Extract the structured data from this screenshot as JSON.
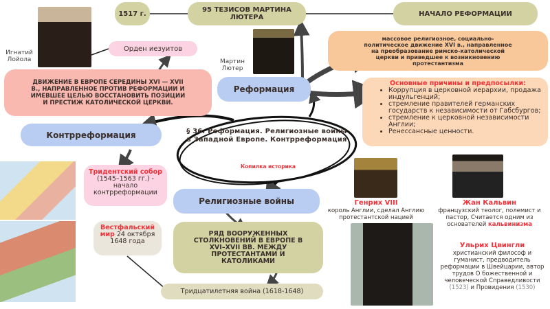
{
  "timeline": {
    "year": "1517 г.",
    "theses": "95 ТЕЗИСОВ МАРТИНА ЛЮТЕРА",
    "start": "НАЧАЛО РЕФОРМАЦИИ"
  },
  "loyola": {
    "name": "Игнатий Лойола"
  },
  "jesuits": "Орден иезуитов",
  "counter_definition": "ДВИЖЕНИЕ В ЕВРОПЕ СЕРЕДИНЫ XVI — XVII В., НАПРАВЛЕННОЕ ПРОТИВ РЕФОРМАЦИИ И ИМЕВШЕЕ ЦЕЛЬЮ ВОССТАНОВИТЬ ПОЗИЦИИ И ПРЕСТИЖ КАТОЛИЧЕСКОЙ ЦЕРКВИ.",
  "luther": {
    "name": "Мартин Лютер"
  },
  "reformation": "Реформация",
  "reformation_definition": "массовое религиозное, социально-политическое движение XVI в., направленное на преобразование римско-католической церкви и приведшее к возникновению протестантизма",
  "causes": {
    "title": "Основные причины и предпосылки:",
    "items": [
      "Коррупция в церковной иерархии, продажа индульгенций;",
      " стремление правителей германских государств к независимости от Габсбургов;",
      "стремление к церковной независимости Англии;",
      "Ренессансные ценности."
    ]
  },
  "counterreformation": "Контрреформация",
  "center": {
    "title": "§ 36. Реформация. Религиозные войны в Западной Европе. Контрреформация",
    "watermark": "Копилка историка"
  },
  "trident": {
    "title": "Тридентский собор",
    "text": "(1545–1563 гг.) - начало контрреформации"
  },
  "religious_wars": "Религиозные войны",
  "wars_definition": "РЯД ВООРУЖЕННЫХ СТОЛКНОВЕНИЙ В ЕВРОПЕ В XVI–XVII ВВ. МЕЖДУ ПРОТЕСТАНТАМИ И КАТОЛИКАМИ",
  "westphalia": {
    "title": "Вестфальский мир",
    "text": " 24 октября 1648 года"
  },
  "thirty_years": "Тридцатилетняя война (1618-1648)",
  "henry": {
    "name": "Генрих VIII",
    "text": "король Англии, сделал Англию протестантской нацией"
  },
  "calvin": {
    "name": "Жан Кальвин",
    "text": "французский теолог, полемист и пастор, Считается одним из основателей ",
    "highlight": "кальвинизма"
  },
  "zwingli": {
    "name": "Ульрих Цвингли",
    "text": "христианский философ и гуманист, предводитель реформации в Швейцарии, автор трудов О божественной и человеческой Справедливости ",
    "y1": "(1523)",
    "mid": " и Провидения ",
    "y2": "(1530)"
  },
  "colors": {
    "olive": "#d3d2a3",
    "pink": "#fbd3e2",
    "salmon": "#f9b8b0",
    "blue": "#b9cdf2",
    "orange": "#f8c89a",
    "peach": "#fcd8b8",
    "red": "#f0323a"
  }
}
